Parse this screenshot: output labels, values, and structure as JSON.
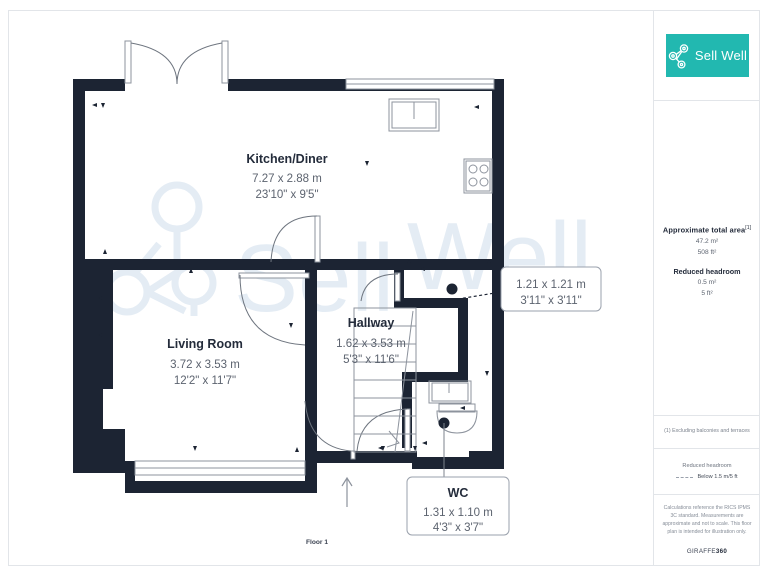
{
  "document": {
    "type": "floor-plan",
    "floor_label": "Floor 1"
  },
  "branding": {
    "logo_text_light": "Sell ",
    "logo_text_bold": "Well",
    "logo_bg_color": "#22b8b0",
    "watermark_text": "Sell Well",
    "provider": "GIRAFFE",
    "provider_bold": "360"
  },
  "sidebar": {
    "area": {
      "title": "Approximate total area",
      "title_superscript": "[1]",
      "metric": "47.2 m²",
      "imperial": "508 ft²",
      "reduced_title": "Reduced headroom",
      "reduced_metric": "0.5 m²",
      "reduced_imperial": "5 ft²"
    },
    "footnote": "(1) Excluding balconies and terraces",
    "legend": {
      "title": "Reduced headroom",
      "label": "Below 1.5 m/5 ft"
    },
    "disclaimer": "Calculations reference the RICS IPMS 3C standard. Measurements are approximate and not to scale. This floor plan is intended for illustration only."
  },
  "rooms": [
    {
      "id": "kitchen-diner",
      "name": "Kitchen/Diner",
      "metric": "7.27 x 2.88 m",
      "imperial": "23'10\" x 9'5\""
    },
    {
      "id": "living-room",
      "name": "Living Room",
      "metric": "3.72 x 3.53 m",
      "imperial": "12'2\" x 11'7\""
    },
    {
      "id": "hallway",
      "name": "Hallway",
      "metric": "1.62 x 3.53 m",
      "imperial": "5'3\" x 11'6\""
    },
    {
      "id": "wc",
      "name": "WC",
      "metric": "1.31 x 1.10 m",
      "imperial": "4'3\" x 3'7\""
    },
    {
      "id": "store",
      "name": "",
      "metric": "1.21 x 1.21 m",
      "imperial": "3'11\" x 3'11\""
    }
  ],
  "colors": {
    "wall": "#1c2433",
    "accent": "#22b8b0",
    "text_dark": "#242c3b",
    "text_muted": "#5d6470",
    "watermark": "#e4ecf4",
    "border": "#e2e5e9"
  }
}
